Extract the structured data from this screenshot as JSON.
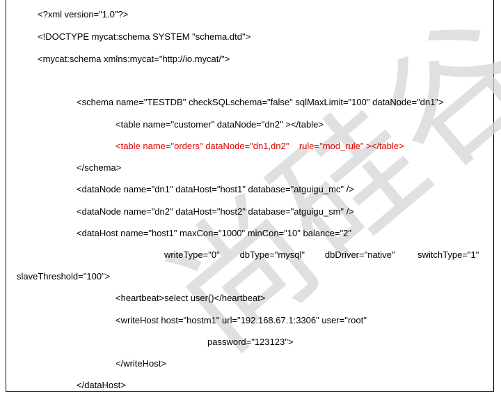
{
  "document": {
    "lines": [
      {
        "indent": 0,
        "text": "<?xml version=\"1.0\"?>"
      },
      {
        "indent": 0,
        "text": "<!DOCTYPE mycat:schema SYSTEM \"schema.dtd\">"
      },
      {
        "indent": 0,
        "text": "<mycat:schema xmlns:mycat=\"http://io.mycat/\">"
      },
      {
        "indent": 1,
        "text": "<schema name=\"TESTDB\" checkSQLschema=\"false\" sqlMaxLimit=\"100\" dataNode=\"dn1\">"
      },
      {
        "indent": 2,
        "text": "<table name=\"customer\" dataNode=\"dn2\" ></table>"
      },
      {
        "indent": 2,
        "text": "<table name=\"orders\" dataNode=\"dn1,dn2\"    rule=\"mod_rule\" ></table>",
        "color": "red"
      },
      {
        "indent": 1,
        "text": "</schema>"
      },
      {
        "indent": 1,
        "text": "<dataNode name=\"dn1\" dataHost=\"host1\" database=\"atguigu_mc\" />"
      },
      {
        "indent": 1,
        "text": "<dataNode name=\"dn2\" dataHost=\"host2\" database=\"atguigu_sm\" />"
      },
      {
        "indent": 1,
        "text": "<dataHost name=\"host1\" maxCon=\"1000\" minCon=\"10\" balance=\"2\""
      },
      {
        "indent": 3,
        "text": "writeType=\"0\"        dbType=\"mysql\"        dbDriver=\"native\"         switchType=\"1\""
      },
      {
        "indent": -1,
        "text": "slaveThreshold=\"100\">"
      },
      {
        "indent": 2,
        "text": "<heartbeat>select user()</heartbeat>"
      },
      {
        "indent": 2,
        "text": "<writeHost host=\"hostm1\" url=\"192.168.67.1:3306\" user=\"root\""
      },
      {
        "indent": 4,
        "text": "password=\"123123\">"
      },
      {
        "indent": 2,
        "text": "</writeHost>"
      },
      {
        "indent": 1,
        "text": "</dataHost>"
      }
    ]
  },
  "watermark": {
    "text": "尚硅谷",
    "color": "#cfcfcf"
  },
  "colors": {
    "text": "#000000",
    "highlight": "#e00000"
  }
}
